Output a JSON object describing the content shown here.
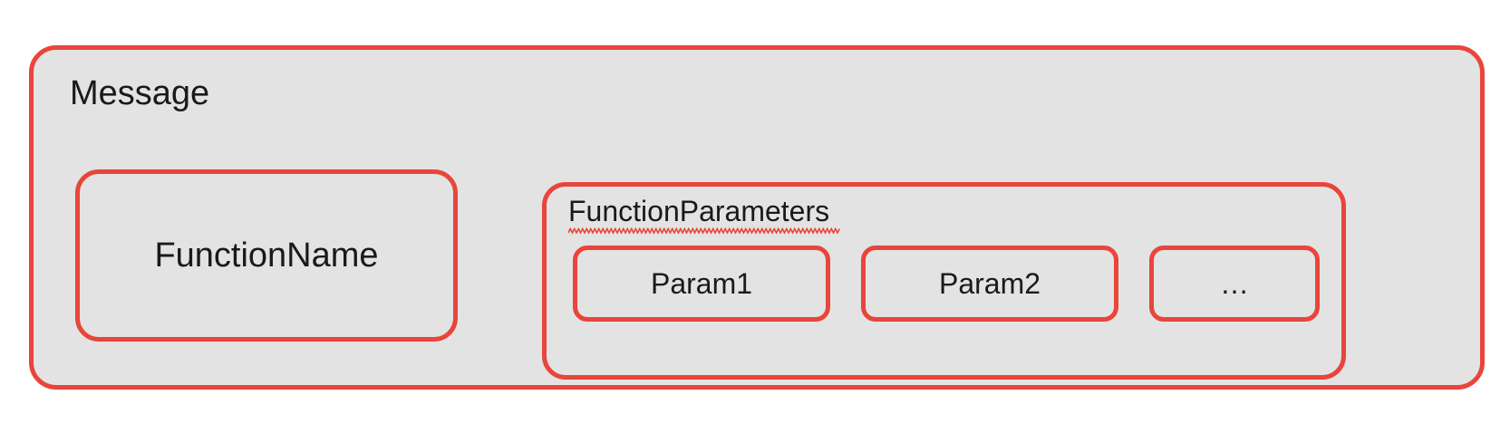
{
  "diagram": {
    "type": "nested-box-diagram",
    "page_background": "#ffffff",
    "box_fill": "#e3e3e3",
    "box_border": "#e8453c",
    "text_color": "#1a1a1a",
    "message": {
      "title": "Message",
      "function_name": {
        "label": "FunctionName"
      },
      "function_parameters": {
        "title": "FunctionParameters",
        "spellcheck_underline": true,
        "spellcheck_underline_color": "#e8453c",
        "params": [
          {
            "label": "Param1"
          },
          {
            "label": "Param2"
          },
          {
            "label": "…"
          }
        ]
      }
    }
  }
}
